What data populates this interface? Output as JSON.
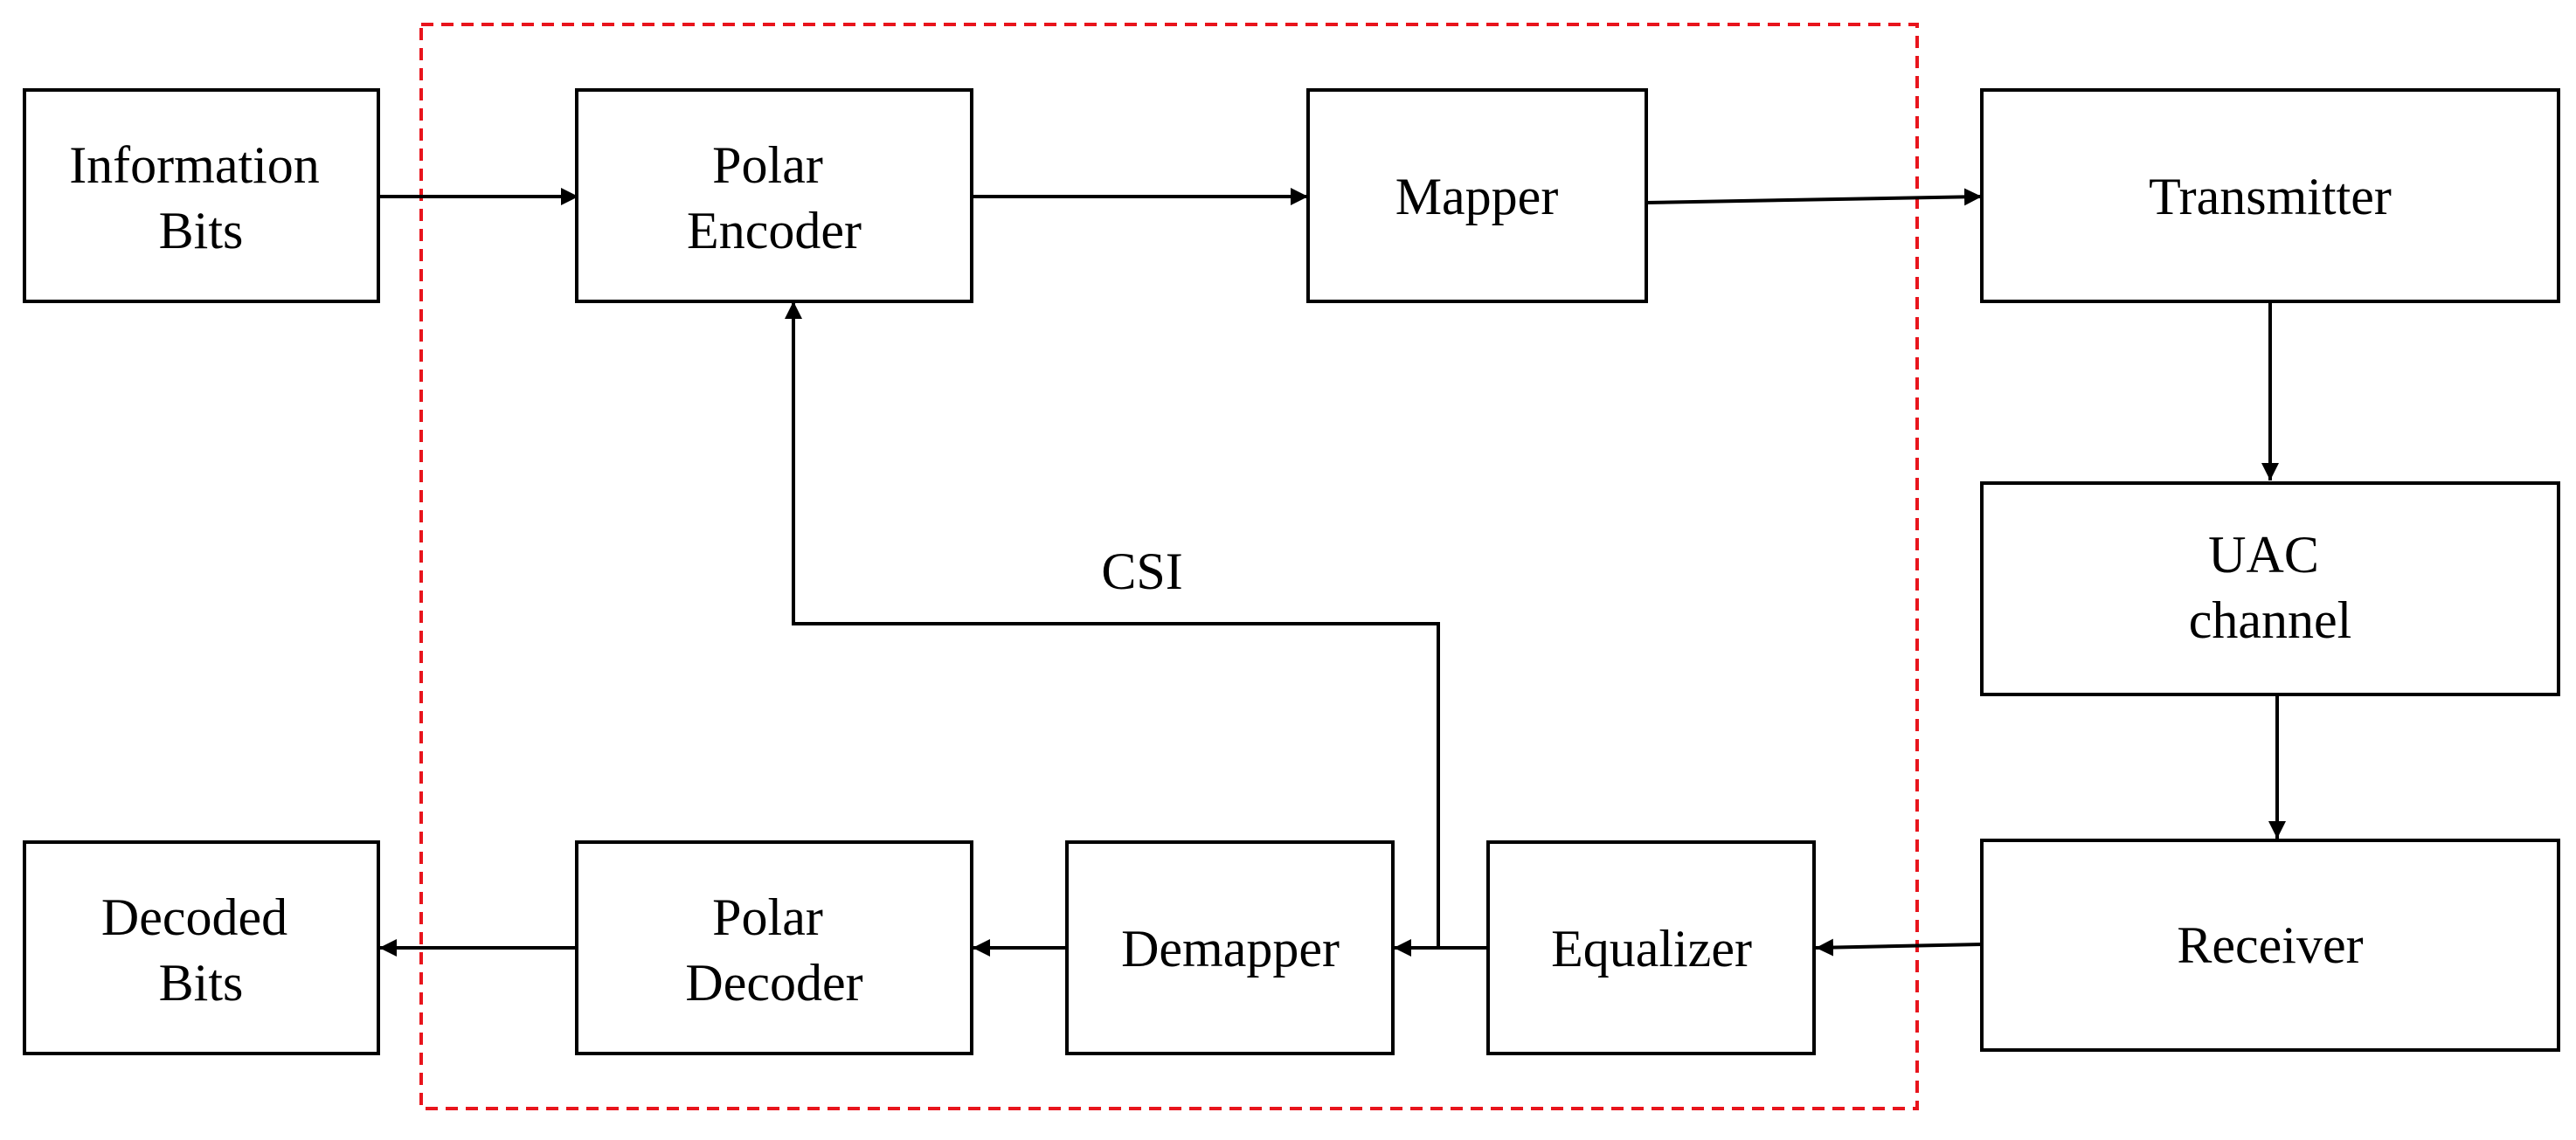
{
  "diagram": {
    "blocks": {
      "information_bits": {
        "line1": "Information",
        "line2": "Bits"
      },
      "polar_encoder": {
        "line1": "Polar",
        "line2": "Encoder"
      },
      "mapper": {
        "line1": "Mapper"
      },
      "transmitter": {
        "line1": "Transmitter"
      },
      "uac_channel": {
        "line1": "UAC",
        "line2": "channel"
      },
      "receiver": {
        "line1": "Receiver"
      },
      "equalizer": {
        "line1": "Equalizer"
      },
      "demapper": {
        "line1": "Demapper"
      },
      "polar_decoder": {
        "line1": "Polar",
        "line2": "Decoder"
      },
      "decoded_bits": {
        "line1": "Decoded",
        "line2": "Bits"
      }
    },
    "edge_labels": {
      "csi": "CSI"
    },
    "edges": [
      {
        "from": "information_bits",
        "to": "polar_encoder"
      },
      {
        "from": "polar_encoder",
        "to": "mapper"
      },
      {
        "from": "mapper",
        "to": "transmitter"
      },
      {
        "from": "transmitter",
        "to": "uac_channel"
      },
      {
        "from": "uac_channel",
        "to": "receiver"
      },
      {
        "from": "receiver",
        "to": "equalizer"
      },
      {
        "from": "equalizer",
        "to": "demapper"
      },
      {
        "from": "demapper",
        "to": "polar_decoder"
      },
      {
        "from": "polar_decoder",
        "to": "decoded_bits"
      },
      {
        "from": "equalizer",
        "to": "polar_encoder",
        "label": "CSI"
      }
    ],
    "colors": {
      "block_stroke": "#000000",
      "arrow": "#000000",
      "region_border": "#e8141c",
      "background": "#ffffff"
    }
  }
}
